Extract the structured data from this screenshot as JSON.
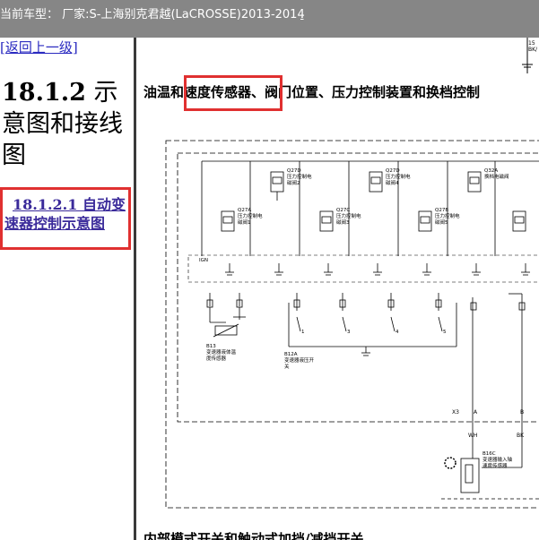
{
  "topbar": {
    "car_model_label": "当前车型： 厂家:S-上海别克君越(LaCROSSE)2013-2014",
    "trailing_link": "."
  },
  "left": {
    "back_link": "[返回上一级]",
    "section_number": "18.1.2",
    "section_title": " 示意图和接线图",
    "sub_link": "18.1.2.1 自动变速器控制示意图"
  },
  "content": {
    "heading": "油温和速度传感器、阀门位置、压力控制装置和换档控制",
    "bottom_heading": "内部模式开关和触动式加挡/减挡开关",
    "corner_labels": [
      "15",
      "BK/"
    ],
    "solenoids_top": [
      {
        "id": "Q27D",
        "line1": "压力控制电",
        "line2": "磁阀2"
      },
      {
        "id": "Q27D",
        "line1": "压力控制电",
        "line2": "磁阀4"
      },
      {
        "id": "Q32A",
        "line1": "换档电磁阀",
        "line2": ""
      }
    ],
    "solenoids_low": [
      {
        "id": "Q27A",
        "line1": "压力控制电",
        "line2": "磁阀1"
      },
      {
        "id": "Q27C",
        "line1": "压力控制电",
        "line2": "磁阀3"
      },
      {
        "id": "Q27B",
        "line1": "压力控制电",
        "line2": "磁阀5"
      }
    ],
    "ign_label": "IGN",
    "b13": {
      "id": "B13",
      "line1": "变速器液体温",
      "line2": "度传感器"
    },
    "b12a": {
      "id": "B12A",
      "line1": "变速器液压开",
      "line2": "关"
    },
    "switch_numbers": [
      "1",
      "3",
      "4",
      "5"
    ],
    "b16c": {
      "id": "B16C",
      "line1": "变速器输入轴",
      "line2": "速度传感器"
    },
    "x3_label": "X3",
    "x3_pins": [
      "A",
      "B"
    ],
    "wire_colors": [
      "WH",
      "BK"
    ]
  }
}
